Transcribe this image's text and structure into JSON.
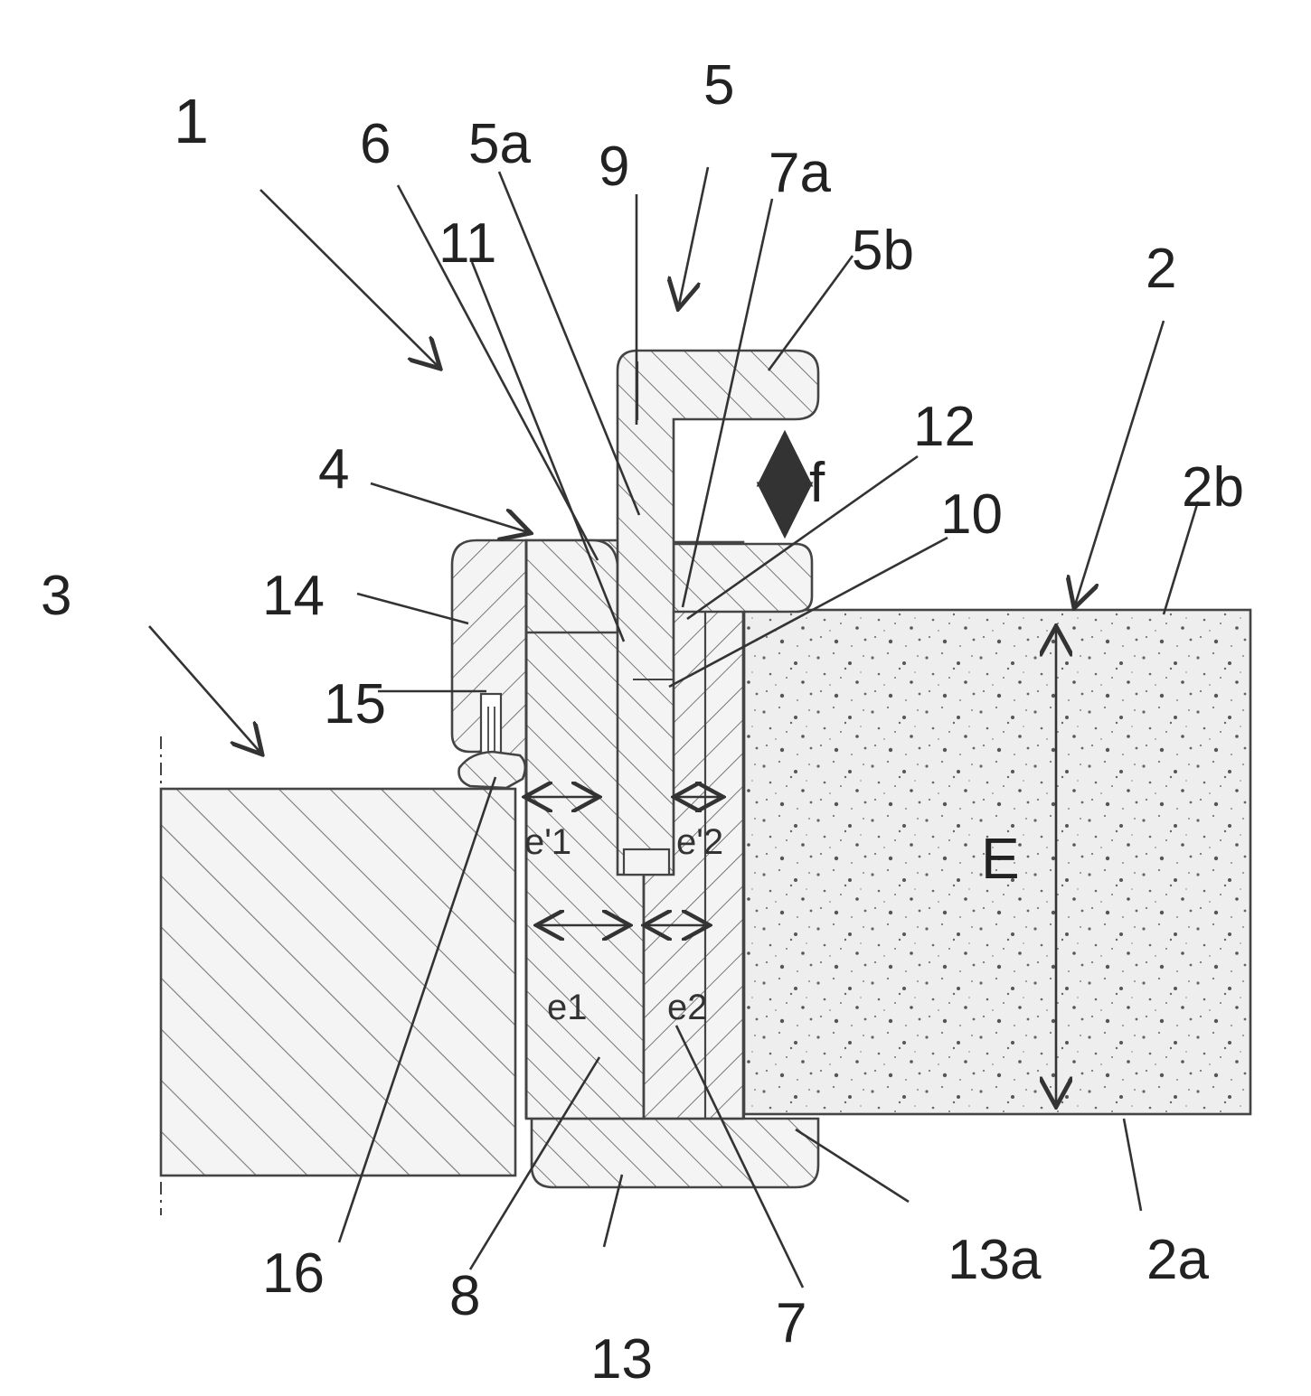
{
  "labels": {
    "n1": "1",
    "n2": "2",
    "n2a": "2a",
    "n2b": "2b",
    "n3": "3",
    "n4": "4",
    "n5": "5",
    "n5a": "5a",
    "n5b": "5b",
    "n6": "6",
    "n7": "7",
    "n7a": "7a",
    "n8": "8",
    "n9": "9",
    "n10": "10",
    "n11": "11",
    "n12": "12",
    "n13": "13",
    "n13a": "13a",
    "n14": "14",
    "n15": "15",
    "n16": "16"
  },
  "dimensions": {
    "e_prime_1": "e'1",
    "e_prime_2": "e'2",
    "e1": "e1",
    "e2": "e2",
    "E": "E",
    "f": "f"
  },
  "colors": {
    "line": "#444444",
    "hatch": "#8a8a8a",
    "speckle": "#555555",
    "fill_background": "#f2f2f2"
  }
}
